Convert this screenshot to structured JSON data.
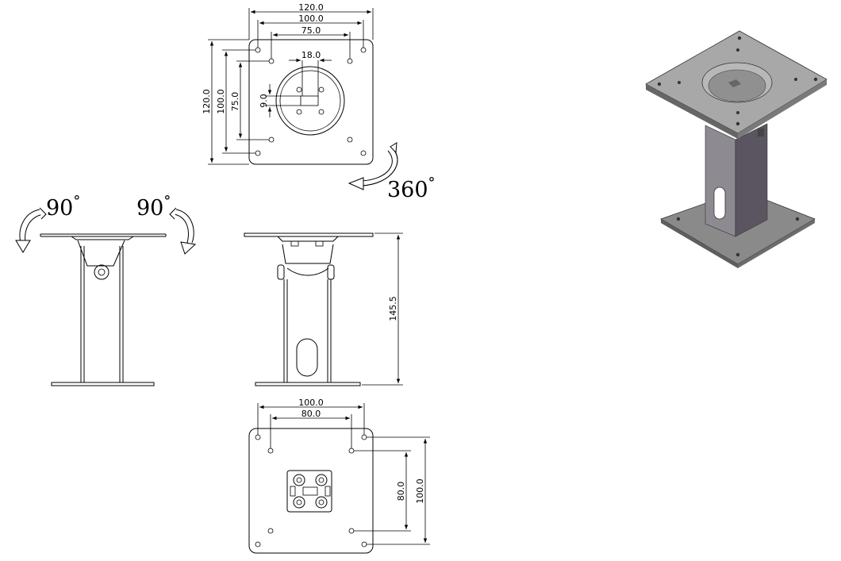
{
  "top_view": {
    "width_overall": "120.0",
    "width_holes_outer": "100.0",
    "width_holes_inner": "75.0",
    "slot_width": "18.0",
    "slot_height": "9.0",
    "height_overall": "120.0",
    "height_holes_outer": "100.0",
    "height_holes_inner": "75.0"
  },
  "rotation": {
    "swivel": "360",
    "tilt_left": "90",
    "tilt_right": "90",
    "degree_symbol": "°"
  },
  "side_view": {
    "height": "145.5"
  },
  "bottom_view": {
    "width_overall": "100.0",
    "width_holes": "80.0",
    "height_holes": "80.0",
    "height_overall": "100.0"
  },
  "colors": {
    "line": "#000000",
    "render_plate": "#8a8a8a",
    "render_plate_top": "#a8a8a8",
    "render_column": "#5a5560",
    "render_column_light": "#8e8a92"
  }
}
